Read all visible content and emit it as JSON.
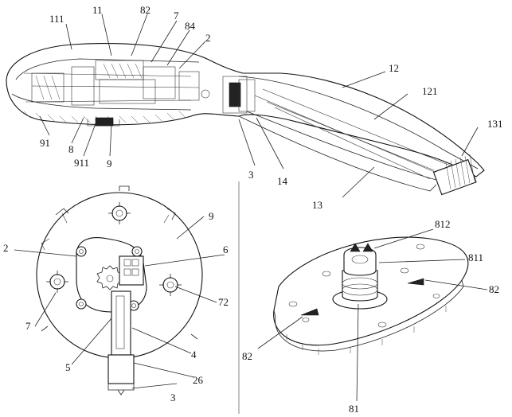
{
  "labels": {
    "top": [
      "111",
      "11",
      "82",
      "7",
      "84",
      "2",
      "12",
      "121",
      "131",
      "91",
      "8",
      "911",
      "9",
      "3",
      "14",
      "13"
    ],
    "bottom_left": [
      "2",
      "9",
      "6",
      "72",
      "7",
      "4",
      "5",
      "26",
      "3"
    ],
    "bottom_right": [
      "812",
      "811",
      "82",
      "82",
      "81"
    ]
  }
}
